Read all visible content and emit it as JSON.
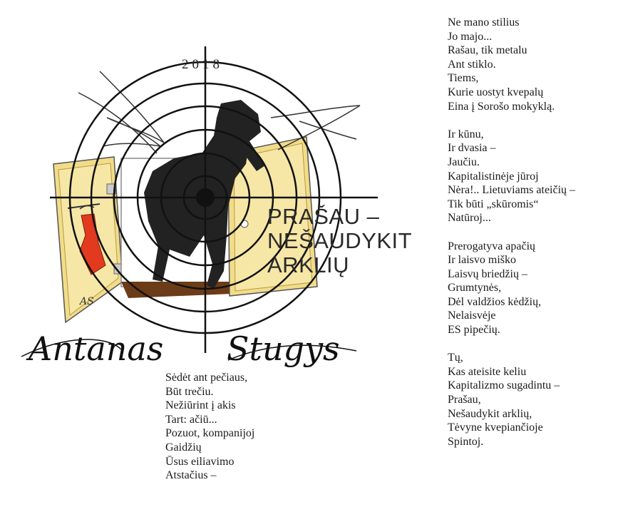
{
  "cover": {
    "year": "2018",
    "title_lines": [
      "PRAŠAU –",
      "NEŠAUDYKIT",
      "ARKLIŲ"
    ],
    "author_first": "Antanas",
    "author_last": "Stugys",
    "initials": "AS"
  },
  "poem_right": {
    "stanzas": [
      [
        "Ne mano stilius",
        "Jo majo...",
        "Rašau, tik metalu",
        "Ant stiklo.",
        "Tiems,",
        "Kurie uostyt kvepalų",
        "Eina į Sorošo mokyklą."
      ],
      [
        "Ir kūnu,",
        "Ir dvasia –",
        "Jaučiu.",
        "Kapitalistinėje jūroj",
        "Nėra!.. Lietuviams ateičių –",
        "Tik būti „skūromis“",
        "Natūroj..."
      ],
      [
        "Prerogatyva apačių",
        "Ir laisvo miško",
        "Laisvų briedžių –",
        "Grumtynės,",
        "Dėl valdžios kėdžių,",
        "Nelaisvėje",
        "ES pipečių."
      ],
      [
        "Tų,",
        "Kas ateisite keliu",
        "Kapitalizmo sugadintu –",
        "Prašau,",
        "Nešaudykit arklių,",
        "Tėvyne kvepiančioje",
        "Spintoj."
      ]
    ]
  },
  "poem_bottom": {
    "lines": [
      "Sėdėt ant pečiaus,",
      "Būt trečiu.",
      "Nežiūrint į akis",
      "Tart: ačiū...",
      "Pozuot, kompanijoj",
      "Gaidžių",
      "Ūsus eiliavimo",
      "Atstačius –"
    ]
  },
  "colors": {
    "door": "#f1dc8a",
    "door_edge": "#c8a44a",
    "dress": "#e23a1e",
    "ink": "#111111"
  },
  "icons": [
    "crosshair-target",
    "winged-horse",
    "open-door",
    "red-dress"
  ]
}
